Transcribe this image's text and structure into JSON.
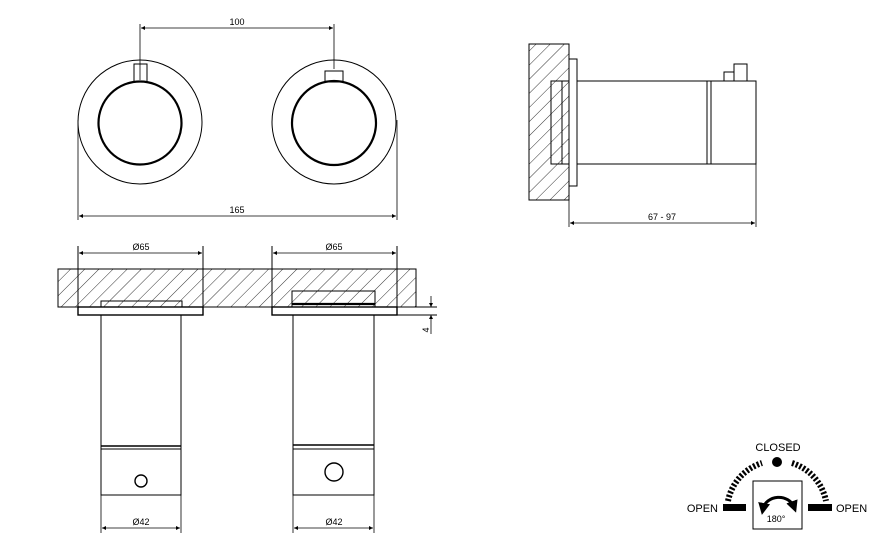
{
  "front_view": {
    "dim_spacing": "100",
    "dim_width": "165"
  },
  "side_view": {
    "dim_depth": "67 - 97"
  },
  "section_view": {
    "dim_flange_left": "Ø65",
    "dim_flange_right": "Ø65",
    "dim_body_left": "Ø42",
    "dim_body_right": "Ø42",
    "dim_flange_thickness": "4"
  },
  "rotation_symbol": {
    "closed_label": "CLOSED",
    "open_left_label": "OPEN",
    "open_right_label": "OPEN",
    "angle_label": "180°"
  }
}
